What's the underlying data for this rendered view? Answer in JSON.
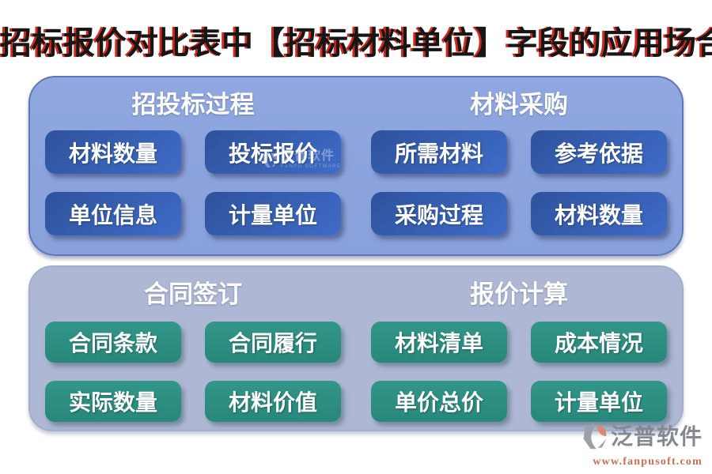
{
  "title": {
    "text": "招标报价对比表中【招标材料单位】字段的应用场合"
  },
  "colors": {
    "title_text": "#161616",
    "title_shadow_red": "#d3281c",
    "top_panel_bg": "#8ca4dd",
    "top_panel_border": "#5f77b9",
    "bottom_panel_bg": "#aeb8d4",
    "blue_button_gradient": [
      "#2e529c",
      "#3f6cc8"
    ],
    "green_button_gradient": [
      "#329689",
      "#27877a"
    ],
    "button_text": "#ffffff",
    "brand_name_gray": "#84888f",
    "brand_url_salmon": "#c8704f",
    "logo_salmon": "#d88a70",
    "logo_gray": "#9aa1aa"
  },
  "panels": [
    {
      "id": "bidding-phase",
      "sections": [
        {
          "header": "招投标过程",
          "buttons": [
            "材料数量",
            "投标报价",
            "单位信息",
            "计量单位"
          ]
        },
        {
          "header": "材料采购",
          "buttons": [
            "所需材料",
            "参考依据",
            "采购过程",
            "材料数量"
          ]
        }
      ]
    },
    {
      "id": "contract-phase",
      "sections": [
        {
          "header": "合同签订",
          "buttons": [
            "合同条款",
            "合同履行",
            "实际数量",
            "材料价值"
          ]
        },
        {
          "header": "报价计算",
          "buttons": [
            "材料清单",
            "成本情况",
            "单价总价",
            "计量单位"
          ]
        }
      ]
    }
  ],
  "watermark": {
    "name": "泛普软件",
    "subtext": "FANPU SOFTWARE"
  },
  "brand": {
    "name": "泛普软件",
    "url": "www.fanpusoft.com"
  }
}
